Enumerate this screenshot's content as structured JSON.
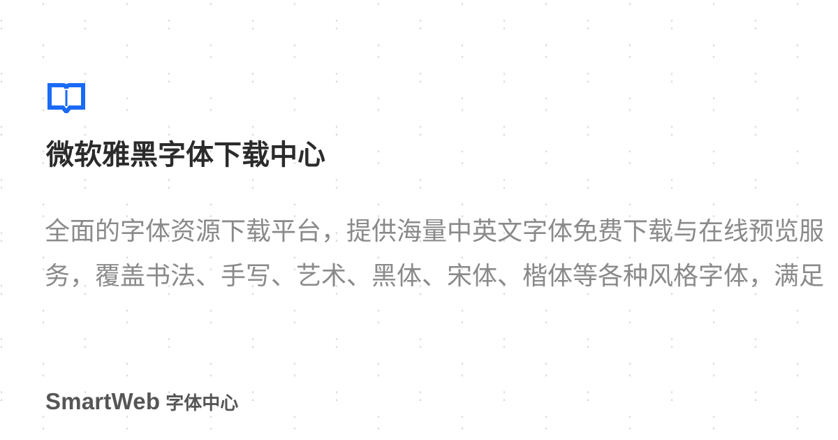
{
  "card": {
    "title": "微软雅黑字体下载中心",
    "description": "全面的字体资源下载平台，提供海量中英文字体免费下载与在线预览服务，覆盖书法、手写、艺术、黑体、宋体、楷体等各种风格字体，满足设计需求",
    "brand": "SmartWeb",
    "brand_suffix": "字体中心"
  },
  "icons": {
    "logo": "book-icon"
  },
  "colors": {
    "accent": "#1a6af5",
    "title": "#2b2b2b",
    "description": "#8a8a8a",
    "brand": "#555555",
    "background": "#ffffff",
    "pattern": "#d6d6d6"
  }
}
